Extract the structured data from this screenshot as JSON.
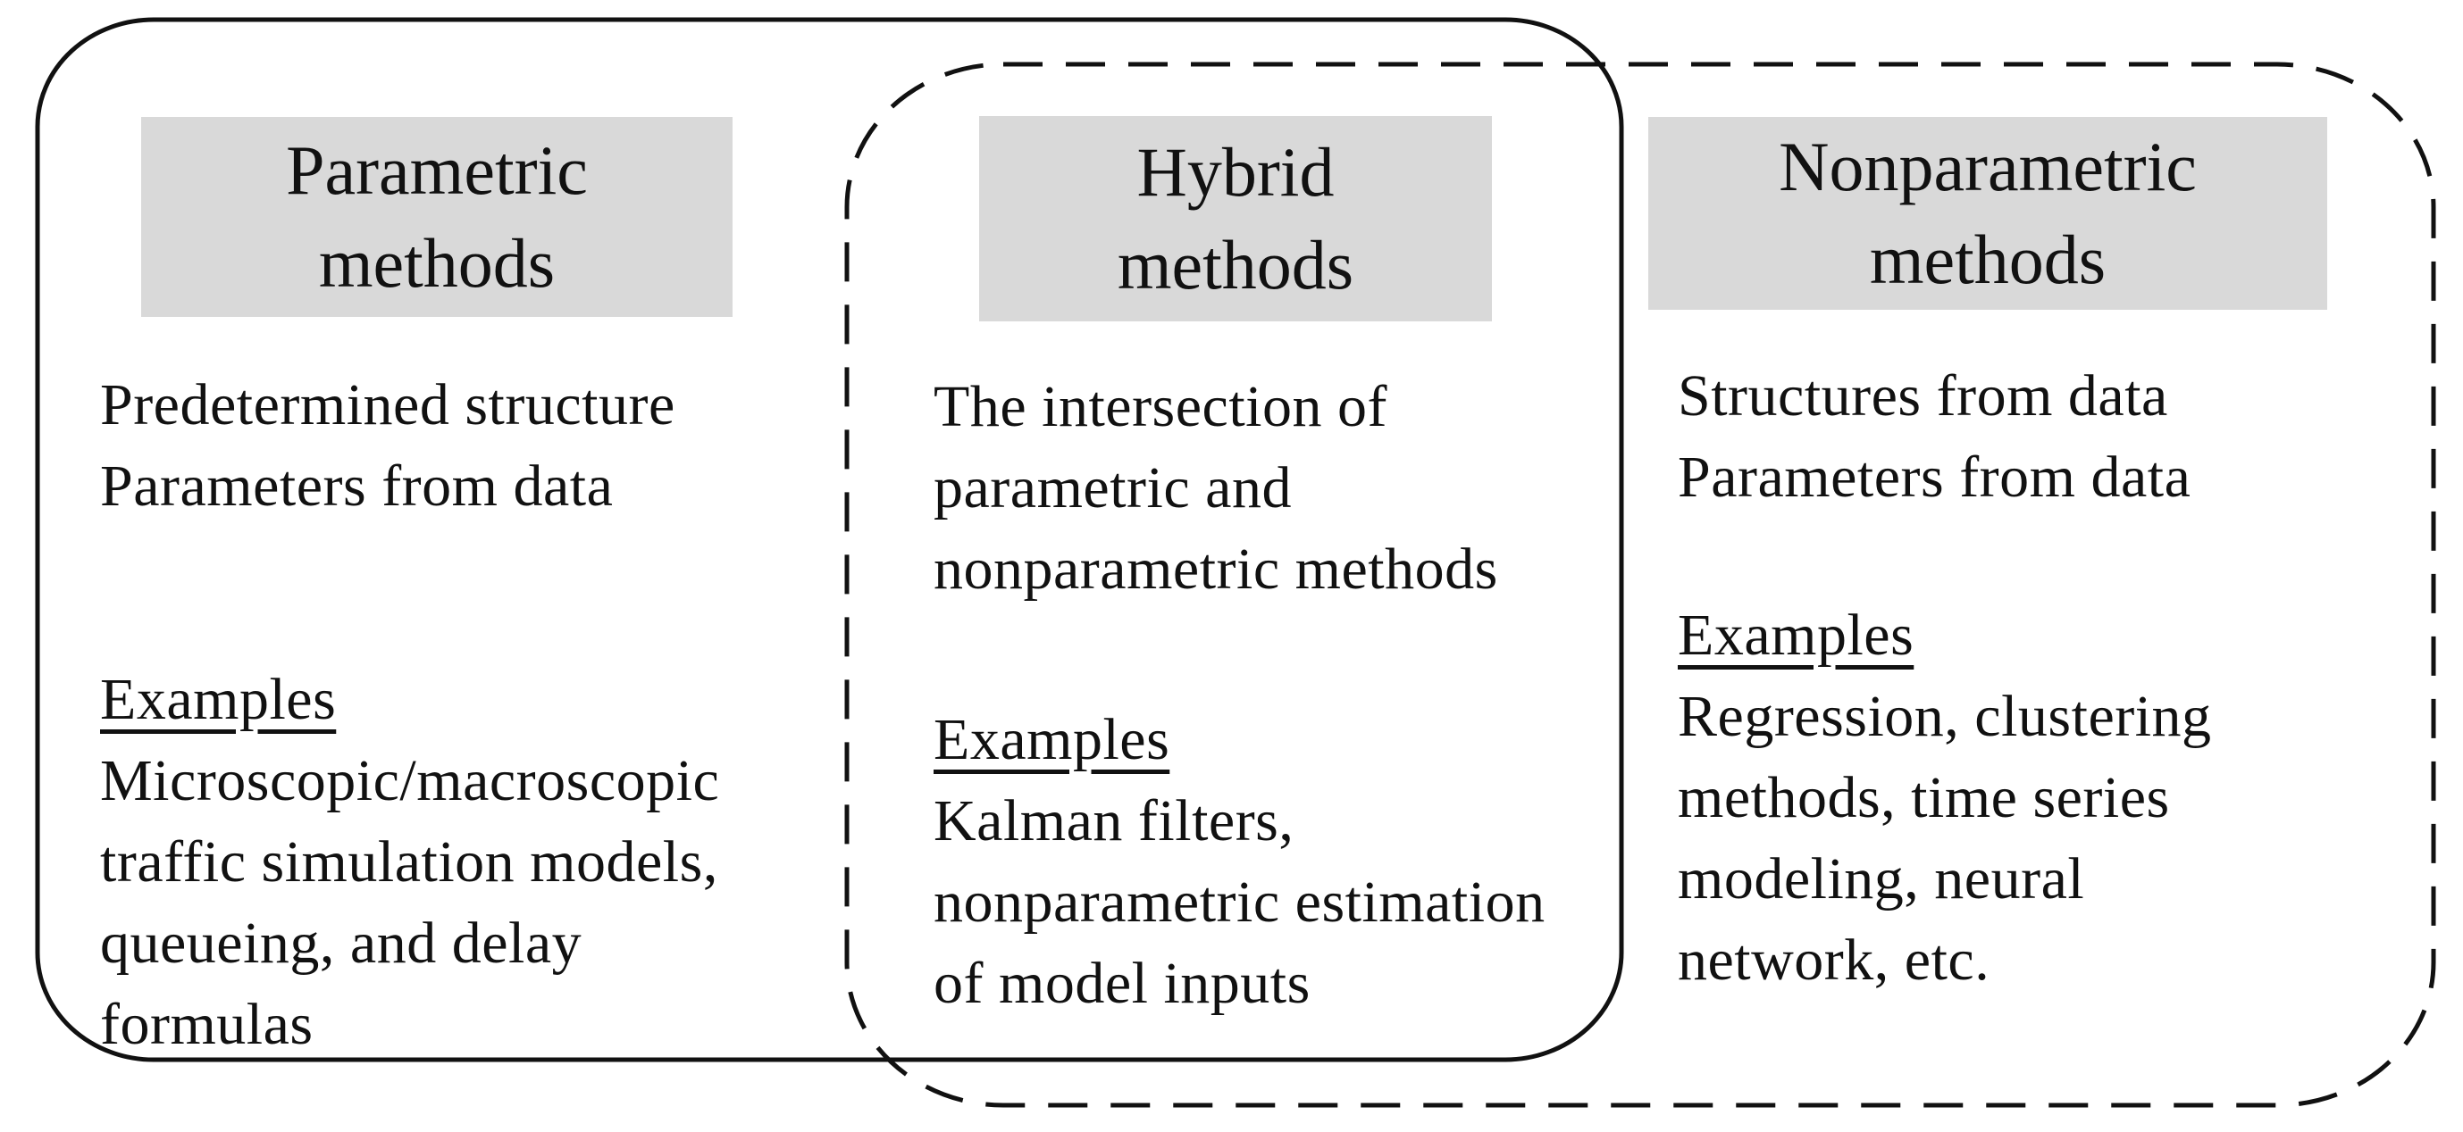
{
  "figure": {
    "colors": {
      "background": "#ffffff",
      "header_bg": "#d9d9d9",
      "border": "#111111",
      "text": "#111111"
    }
  },
  "panels": [
    {
      "id": "parametric",
      "title_lines": [
        "Parametric",
        "methods"
      ],
      "body_lines": [
        "Predetermined structure",
        "Parameters from data"
      ],
      "examples_label": "Examples",
      "example_lines": [
        "Microscopic/macroscopic",
        "traffic simulation models,",
        "queueing, and delay",
        "formulas"
      ]
    },
    {
      "id": "hybrid",
      "title_lines": [
        "Hybrid",
        "methods"
      ],
      "body_lines": [
        "The intersection of",
        "parametric and",
        "nonparametric methods"
      ],
      "examples_label": "Examples",
      "example_lines": [
        "Kalman filters,",
        "nonparametric estimation",
        "of model inputs"
      ]
    },
    {
      "id": "nonparametric",
      "title_lines": [
        "Nonparametric",
        "methods"
      ],
      "body_lines": [
        "Structures from data",
        "Parameters from data"
      ],
      "examples_label": "Examples",
      "example_lines": [
        "Regression, clustering",
        "methods, time series",
        "modeling, neural",
        "network, etc."
      ]
    }
  ]
}
